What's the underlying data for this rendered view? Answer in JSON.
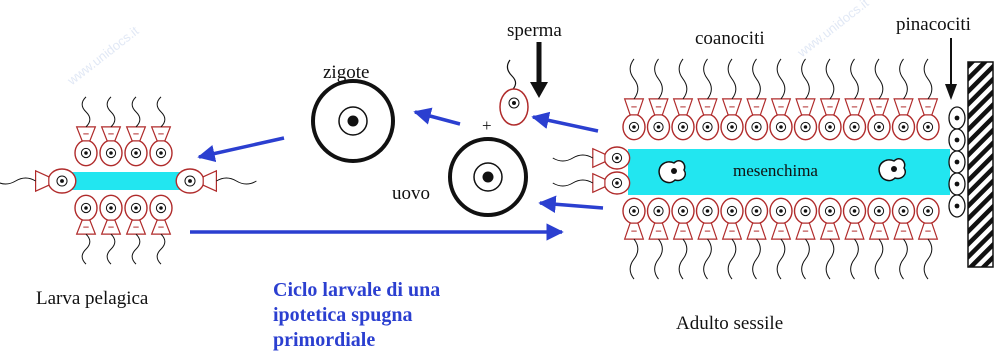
{
  "labels": {
    "zigote": "zigote",
    "sperma": "sperma",
    "coanociti": "coanociti",
    "pinacociti": "pinacociti",
    "uovo": "uovo",
    "plus": "+",
    "mesenchima": "mesenchima",
    "larva": "Larva pelagica",
    "adulto": "Adulto sessile"
  },
  "caption": {
    "line1": "Ciclo larvale di una",
    "line2": "ipotetica spugna",
    "line3": "primordiale"
  },
  "watermark": "www.unidocs.it",
  "colors": {
    "arrow": "#2b3fd0",
    "mesenchyme": "#22e6f0",
    "cell_outline": "#b02b2b",
    "caption": "#2b3fd0"
  }
}
